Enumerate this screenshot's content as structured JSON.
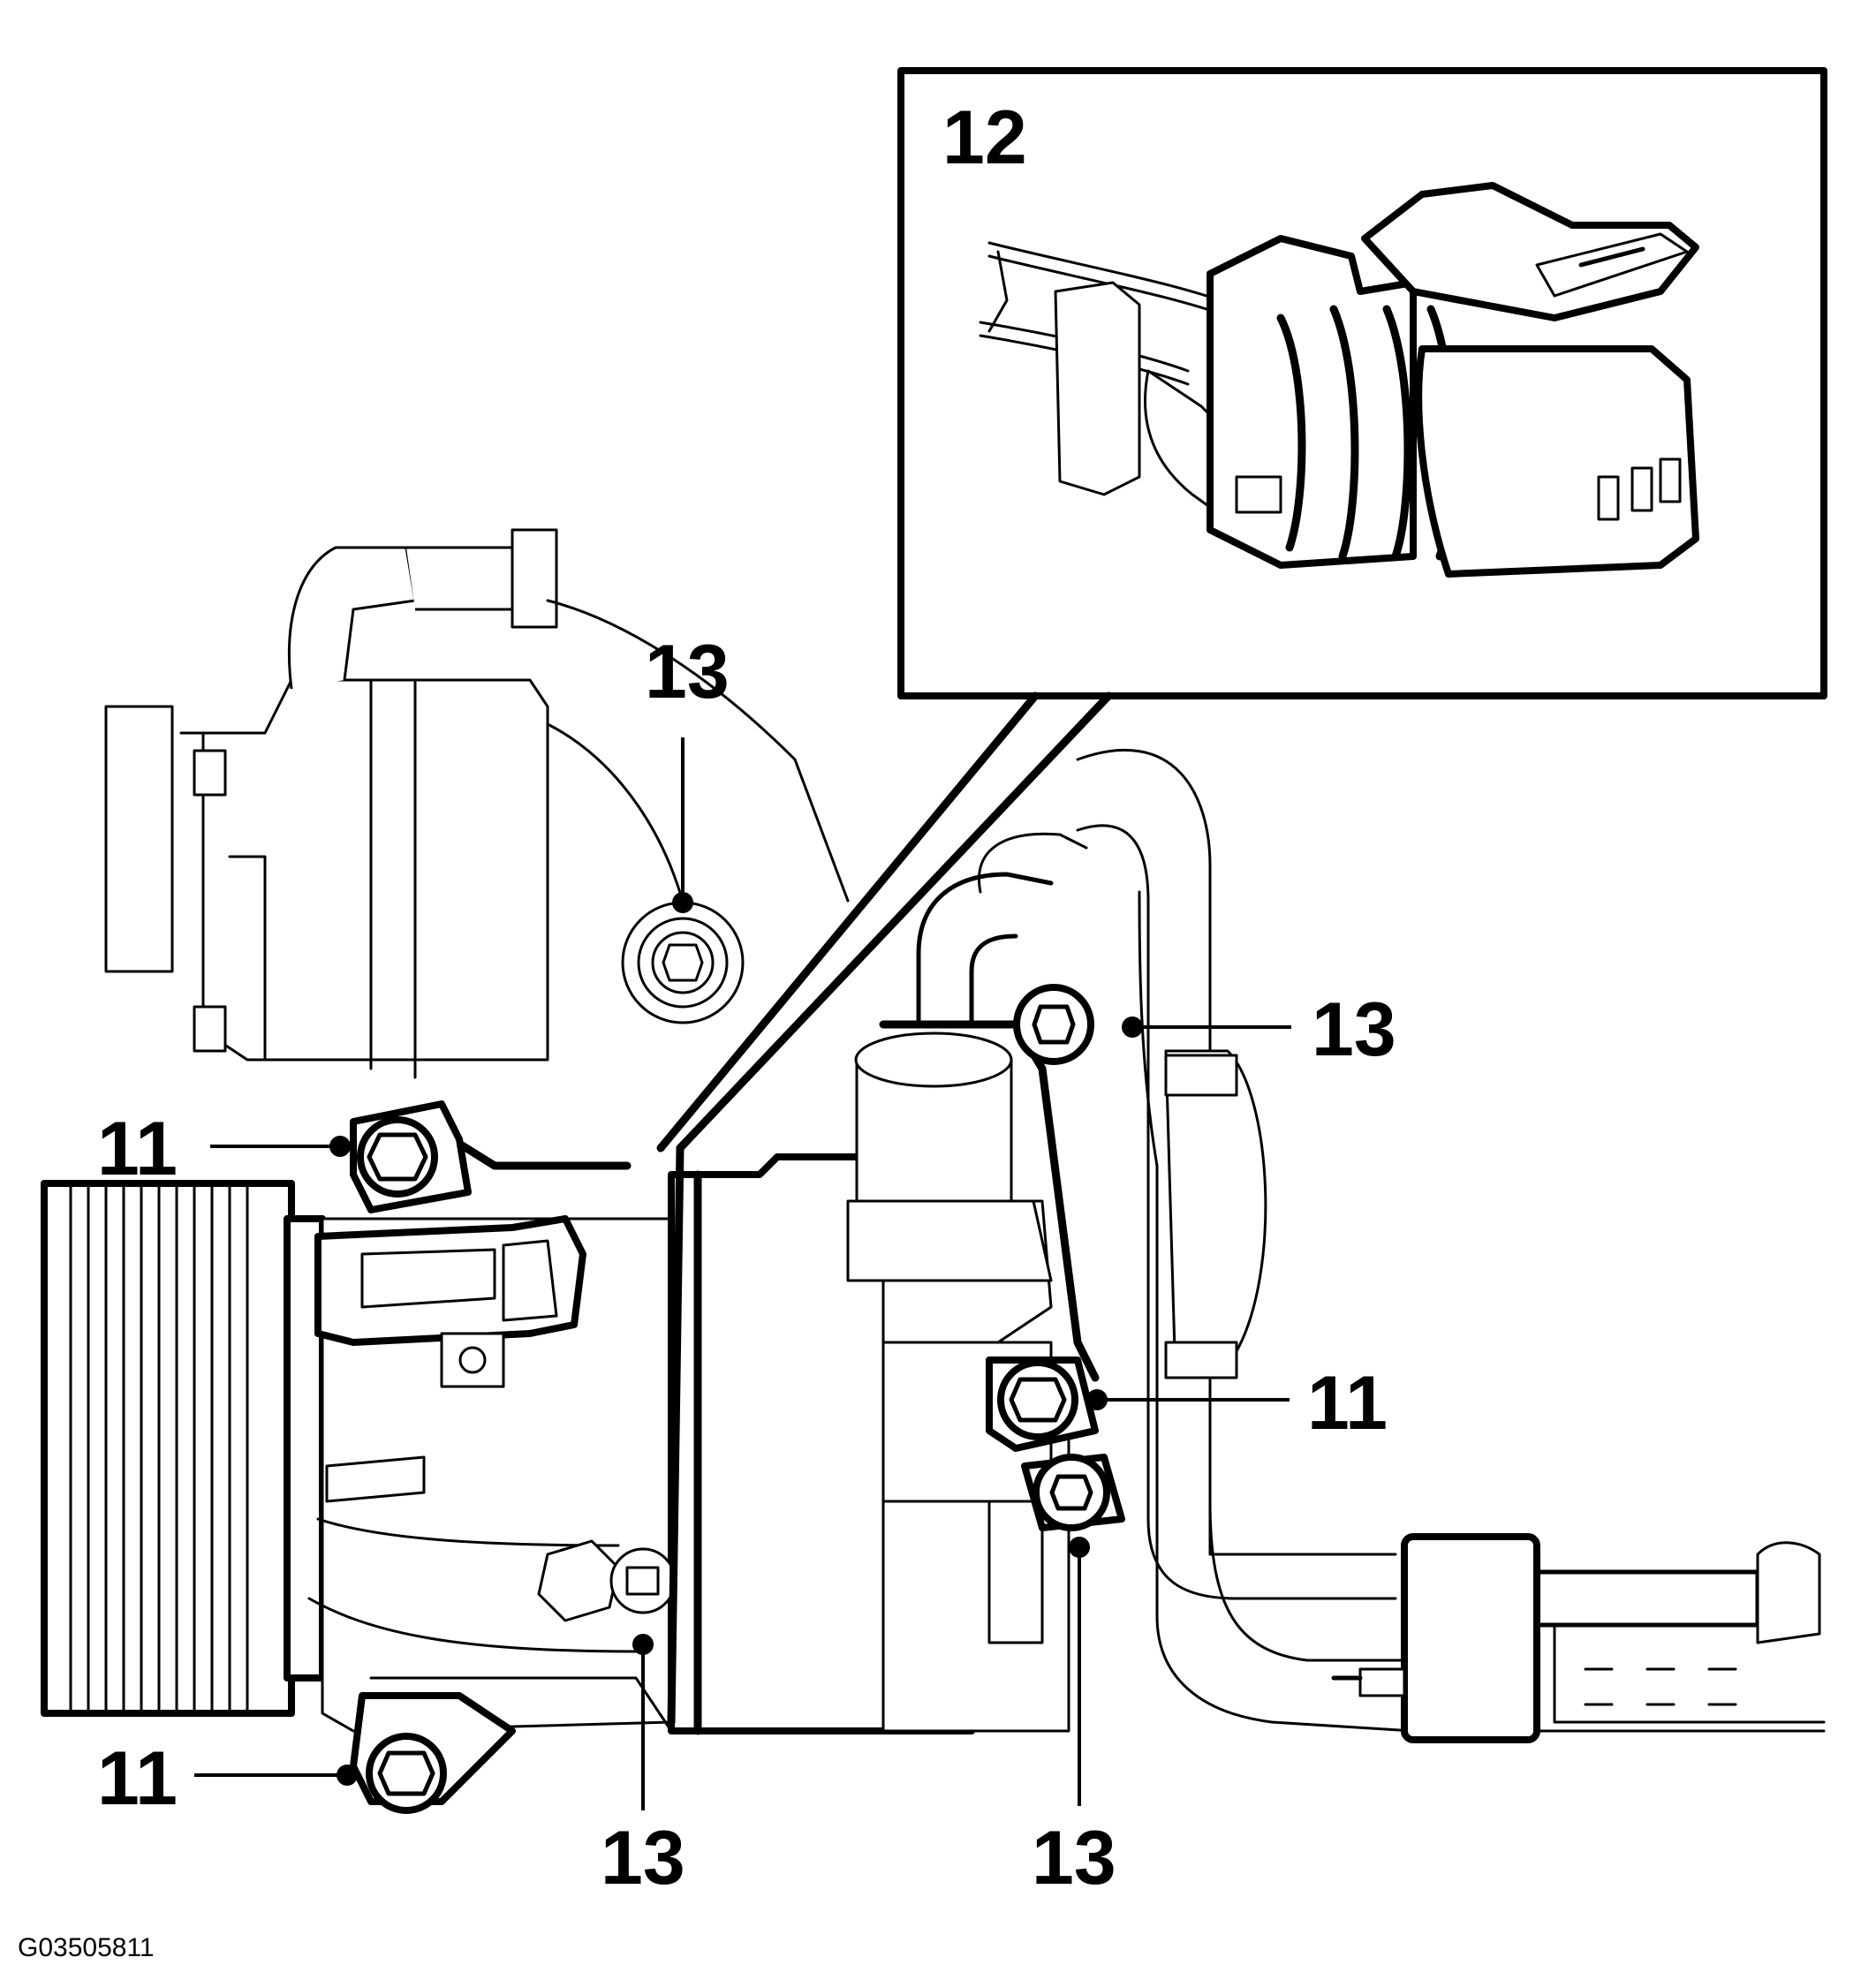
{
  "callouts": [
    {
      "id": "c12",
      "label": "12"
    },
    {
      "id": "c13_top",
      "label": "13"
    },
    {
      "id": "c13_right",
      "label": "13"
    },
    {
      "id": "c11_upper_left",
      "label": "11"
    },
    {
      "id": "c11_right",
      "label": "11"
    },
    {
      "id": "c11_lower_left",
      "label": "11"
    },
    {
      "id": "c13_bottom_mid",
      "label": "13"
    },
    {
      "id": "c13_bottom_right",
      "label": "13"
    }
  ],
  "figure_id": "G03505811"
}
